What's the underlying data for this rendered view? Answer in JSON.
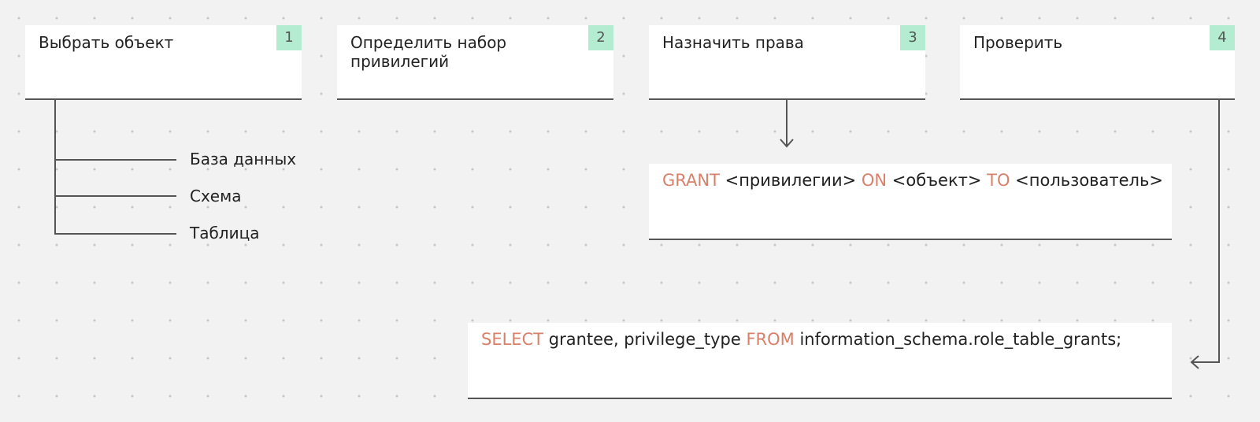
{
  "steps": [
    {
      "number": "1",
      "title": "Выбрать объект"
    },
    {
      "number": "2",
      "title": "Определить набор привилегий"
    },
    {
      "number": "3",
      "title": "Назначить права"
    },
    {
      "number": "4",
      "title": "Проверить"
    }
  ],
  "object_tree": {
    "items": [
      "База данных",
      "Схема",
      "Таблица"
    ]
  },
  "grant_statement": {
    "tokens": [
      {
        "text": "GRANT",
        "type": "keyword"
      },
      {
        "text": " <привилегии> ",
        "type": "text"
      },
      {
        "text": "ON",
        "type": "keyword"
      },
      {
        "text": " <объект> ",
        "type": "text"
      },
      {
        "text": "TO",
        "type": "keyword"
      },
      {
        "text": " <пользователь>",
        "type": "text"
      }
    ]
  },
  "check_statement": {
    "tokens": [
      {
        "text": "SELECT",
        "type": "keyword"
      },
      {
        "text": " grantee, privilege_type ",
        "type": "text"
      },
      {
        "text": "FROM",
        "type": "keyword"
      },
      {
        "text": " information_schema.role_table_grants;",
        "type": "text"
      }
    ]
  },
  "colors": {
    "background": "#f2f2f2",
    "card": "#ffffff",
    "badge": "#b3ecd0",
    "keyword": "#d9806a",
    "line": "#555555",
    "text": "#222222"
  }
}
